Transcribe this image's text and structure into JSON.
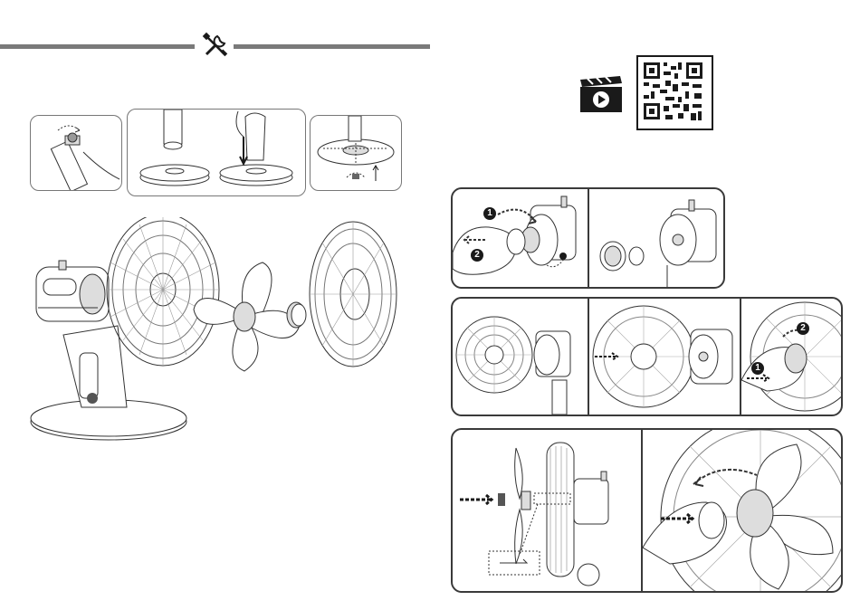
{
  "page": {
    "left": {
      "header_icon": "tools-wrench-screwdriver-icon"
    },
    "right": {
      "video_icon": "clapperboard-play-icon",
      "qr": "qr-code"
    }
  },
  "steps": {
    "fan_head_removal": {
      "labels": [
        "1",
        "2"
      ]
    },
    "grill_attach": {
      "labels": [
        "1",
        "2"
      ]
    }
  },
  "colors": {
    "line": "#3a3a3a",
    "rule": "#7a7a7a",
    "ink": "#1a1a1a"
  }
}
